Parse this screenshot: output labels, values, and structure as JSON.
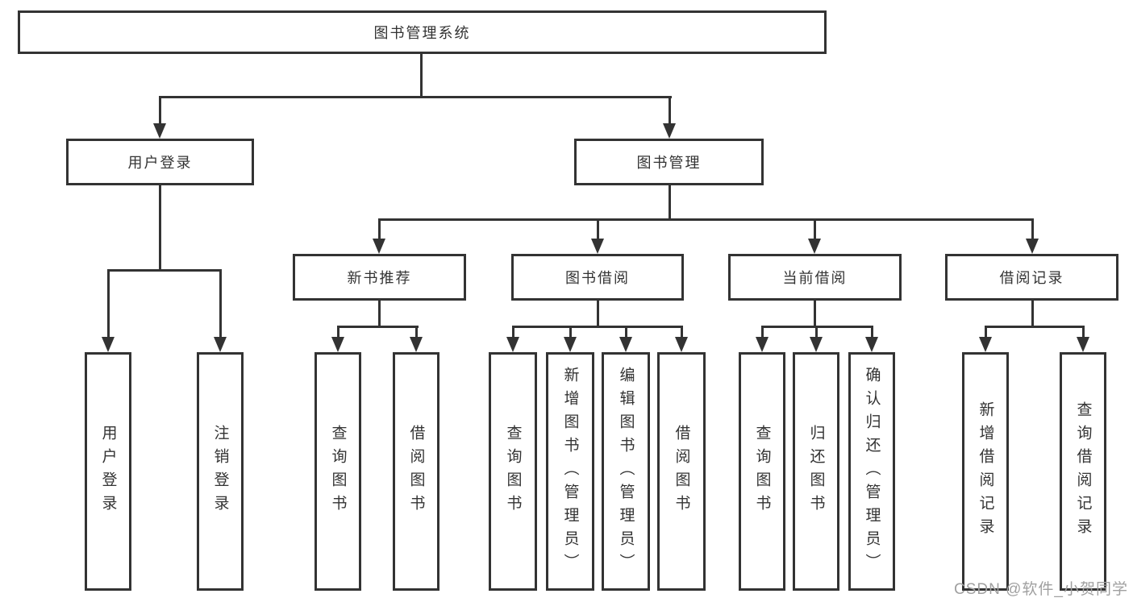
{
  "colors": {
    "line": "#333333",
    "text": "#333333",
    "background": "#ffffff",
    "watermark": "#a0a0a0"
  },
  "tree": {
    "root": {
      "label": "图书管理系统"
    },
    "level1": [
      {
        "label": "用户登录"
      },
      {
        "label": "图书管理"
      }
    ],
    "level2": [
      {
        "label": "新书推荐"
      },
      {
        "label": "图书借阅"
      },
      {
        "label": "当前借阅"
      },
      {
        "label": "借阅记录"
      }
    ],
    "leaves": {
      "login": [
        {
          "label": "用户登录"
        },
        {
          "label": "注销登录"
        }
      ],
      "newbook": [
        {
          "label": "查询图书"
        },
        {
          "label": "借阅图书"
        }
      ],
      "borrow": [
        {
          "label": "查询图书"
        },
        {
          "label": "新增图书（管理员）"
        },
        {
          "label": "编辑图书（管理员）"
        },
        {
          "label": "借阅图书"
        }
      ],
      "current": [
        {
          "label": "查询图书"
        },
        {
          "label": "归还图书"
        },
        {
          "label": "确认归还（管理员）"
        }
      ],
      "records": [
        {
          "label": "新增借阅记录"
        },
        {
          "label": "查询借阅记录"
        }
      ]
    }
  },
  "watermark": "CSDN @软件_小贺同学"
}
